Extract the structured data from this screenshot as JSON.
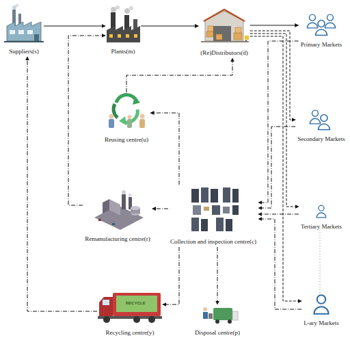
{
  "diagram": {
    "nodes": [
      {
        "text": [
          "Suppliers(s)"
        ]
      },
      {
        "text": [
          "Plants(m)"
        ]
      },
      {
        "text": [
          "(Re)Distributors(d)"
        ]
      },
      {
        "text": [
          "Primary Markets"
        ]
      },
      {
        "text": [
          "Secondary Markets"
        ]
      },
      {
        "text": [
          "Reusing centre(u)"
        ]
      },
      {
        "text": [
          "Remanufacturing centre(r)"
        ]
      },
      {
        "text": [
          "Collection and inspection centre(c)"
        ]
      },
      {
        "text": [
          "Tertiary Markets"
        ]
      },
      {
        "text": [
          "Recycling centre(y)"
        ]
      },
      {
        "text": [
          "Disposal centre(p)"
        ]
      },
      {
        "text": [
          "L-ary Markets"
        ]
      }
    ],
    "edges": [
      {
        "from": 0,
        "to": 1,
        "arrow": "to"
      },
      {
        "from": 1,
        "to": 2,
        "arrow": "to"
      },
      {
        "from": 2,
        "to": 3,
        "arrow": "to"
      },
      {
        "from": 2,
        "to": 4,
        "arrow": "to"
      },
      {
        "from": 2,
        "to": 8,
        "arrow": "to"
      },
      {
        "from": 2,
        "to": 11,
        "arrow": "to"
      },
      {
        "from": 3,
        "to": 7,
        "arrow": "to"
      },
      {
        "from": 4,
        "to": 7,
        "arrow": "to"
      },
      {
        "from": 8,
        "to": 7,
        "arrow": "to"
      },
      {
        "from": 11,
        "to": 7,
        "arrow": "to"
      },
      {
        "from": 7,
        "to": 5,
        "arrow": "to"
      },
      {
        "from": 7,
        "to": 6,
        "arrow": "to"
      },
      {
        "from": 7,
        "to": 9,
        "arrow": "to"
      },
      {
        "from": 7,
        "to": 10,
        "arrow": "to"
      },
      {
        "from": 5,
        "to": 2,
        "arrow": "to"
      },
      {
        "from": 6,
        "to": 1,
        "arrow": "to"
      },
      {
        "from": 9,
        "to": 0,
        "arrow": "to"
      },
      {
        "from": 8,
        "to": 11,
        "arrow": "none"
      }
    ],
    "labels": [
      "RECYCLE"
    ]
  }
}
